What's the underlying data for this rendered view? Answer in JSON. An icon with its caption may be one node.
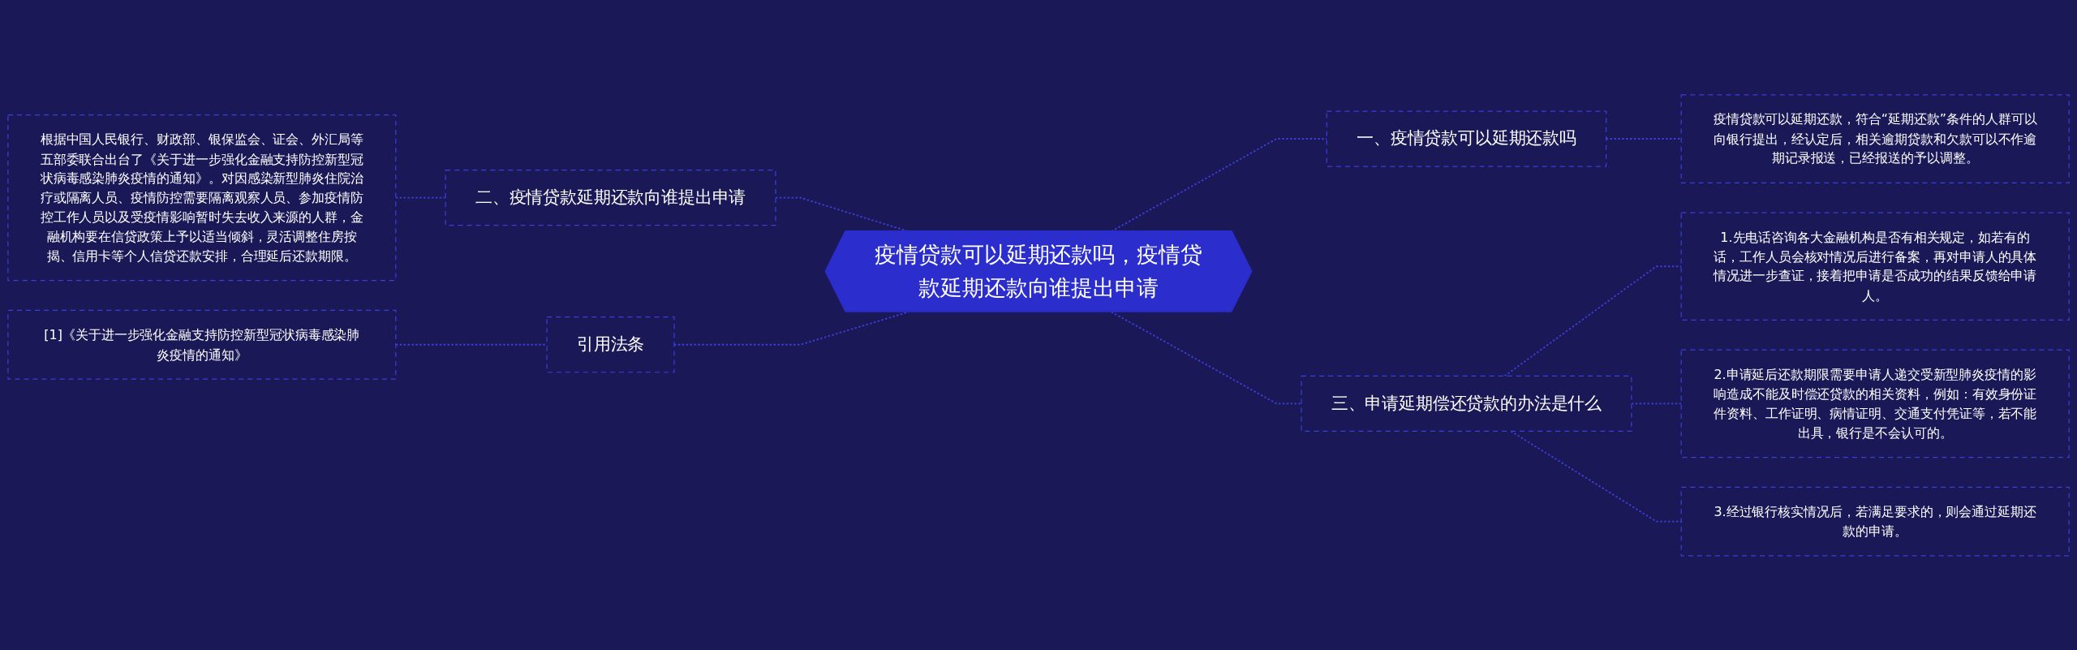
{
  "diagram": {
    "nodes": [
      {
        "text": [
          "疫情贷款可以延期还款吗，疫情贷款延期还款向谁提出申请"
        ]
      },
      {
        "text": [
          "一、疫情贷款可以延期还款吗"
        ]
      },
      {
        "text": [
          "疫情贷款可以延期还款，符合“延期还款”条件的人群可以向银行提出，经认定后，相关逾期贷款和欠款可以不作逾期记录报送，已经报送的予以调整。"
        ]
      },
      {
        "text": [
          "三、申请延期偿还贷款的办法是什么"
        ]
      },
      {
        "text": [
          "1.先电话咨询各大金融机构是否有相关规定，如若有的话，工作人员会核对情况后进行备案，再对申请人的具体情况进一步查证，接着把申请是否成功的结果反馈给申请人。"
        ]
      },
      {
        "text": [
          "2.申请延后还款期限需要申请人递交受新型肺炎疫情的影响造成不能及时偿还贷款的相关资料，例如：有效身份证件资料、工作证明、病情证明、交通支付凭证等，若不能出具，银行是不会认可的。"
        ]
      },
      {
        "text": [
          "3.经过银行核实情况后，若满足要求的，则会通过延期还款的申请。"
        ]
      },
      {
        "text": [
          "二、疫情贷款延期还款向谁提出申请"
        ]
      },
      {
        "text": [
          "根据中国人民银行、财政部、银保监会、证会、外汇局等五部委联合出台了《关于进一步强化金融支持防控新型冠状病毒感染肺炎疫情的通知》。对因感染新型肺炎住院治疗或隔离人员、疫情防控需要隔离观察人员、参加疫情防控工作人员以及受疫情影响暂时失去收入来源的人群，金融机构要在信贷政策上予以适当倾斜，灵活调整住房按揭、信用卡等个人信贷还款安排，合理延后还款期限。"
        ]
      },
      {
        "text": [
          "引用法条"
        ]
      },
      {
        "text": [
          "[1]《关于进一步强化金融支持防控新型冠状病毒感染肺炎疫情的通知》"
        ]
      }
    ],
    "edges": [
      {
        "from": 0,
        "to": 1,
        "arrow": "none",
        "style": "dashed"
      },
      {
        "from": 1,
        "to": 2,
        "arrow": "none",
        "style": "dashed"
      },
      {
        "from": 0,
        "to": 3,
        "arrow": "none",
        "style": "dashed"
      },
      {
        "from": 3,
        "to": 4,
        "arrow": "none",
        "style": "dashed"
      },
      {
        "from": 3,
        "to": 5,
        "arrow": "none",
        "style": "dashed"
      },
      {
        "from": 3,
        "to": 6,
        "arrow": "none",
        "style": "dashed"
      },
      {
        "from": 0,
        "to": 7,
        "arrow": "none",
        "style": "dashed"
      },
      {
        "from": 7,
        "to": 8,
        "arrow": "none",
        "style": "dashed"
      },
      {
        "from": 0,
        "to": 9,
        "arrow": "none",
        "style": "dashed"
      },
      {
        "from": 9,
        "to": 10,
        "arrow": "none",
        "style": "dashed"
      }
    ]
  }
}
